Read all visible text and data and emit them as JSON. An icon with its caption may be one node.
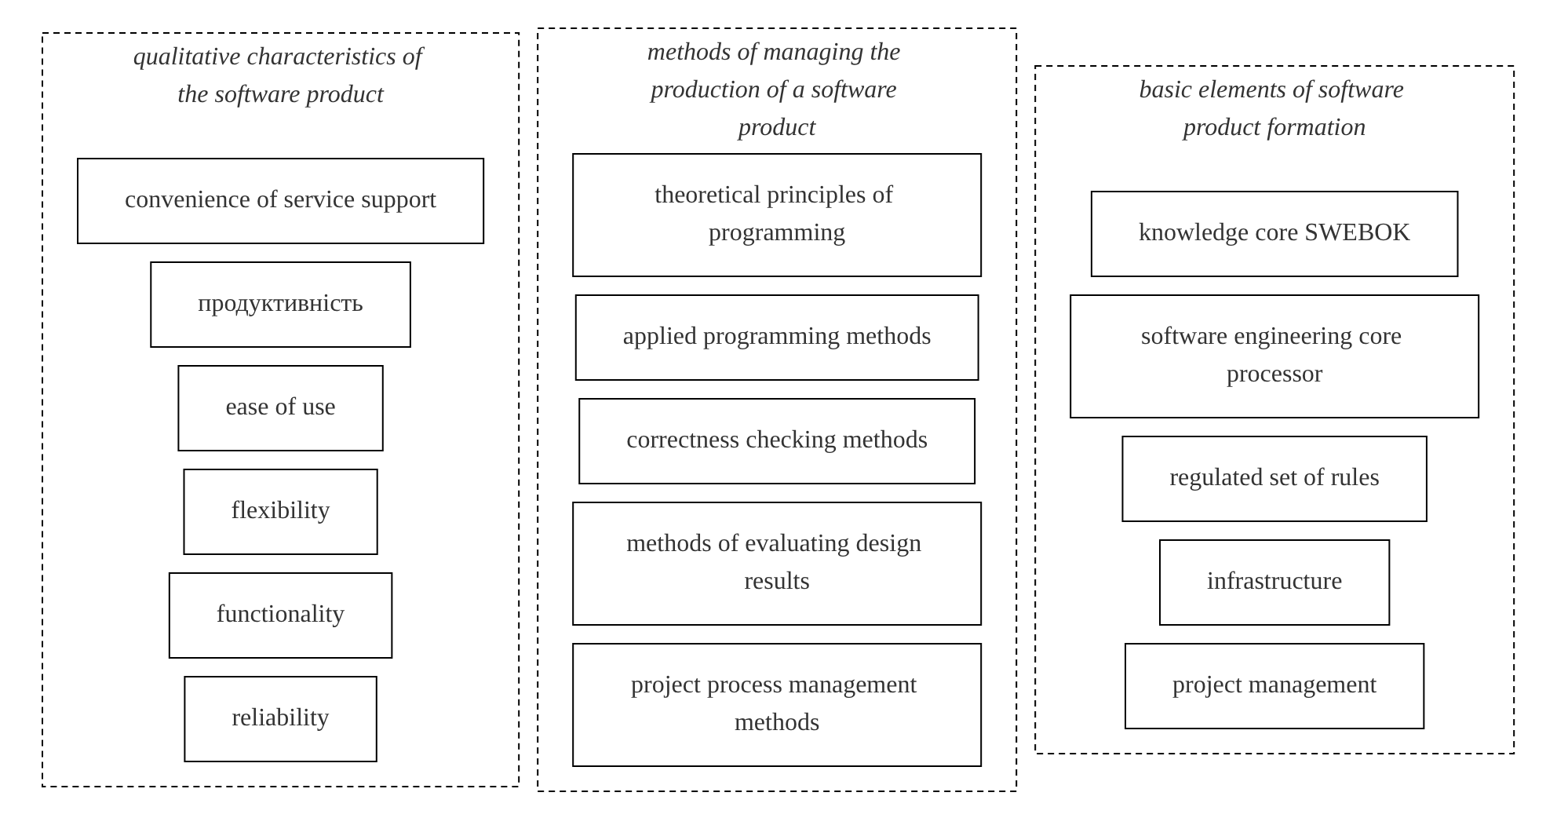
{
  "diagram": {
    "nodes": [
      {
        "text": [
          "qualitative characteristics of the software product"
        ]
      },
      {
        "text": [
          "convenience of service support"
        ],
        "in": 0
      },
      {
        "text": [
          "продуктивність"
        ],
        "in": 0
      },
      {
        "text": [
          "ease of use"
        ],
        "in": 0
      },
      {
        "text": [
          "flexibility"
        ],
        "in": 0
      },
      {
        "text": [
          "functionality"
        ],
        "in": 0
      },
      {
        "text": [
          "reliability"
        ],
        "in": 0
      },
      {
        "text": [
          "methods of managing the production of a software product"
        ]
      },
      {
        "text": [
          "theoretical principles of programming"
        ],
        "in": 7
      },
      {
        "text": [
          "applied programming methods"
        ],
        "in": 7
      },
      {
        "text": [
          "correctness checking methods"
        ],
        "in": 7
      },
      {
        "text": [
          "methods of evaluating design results"
        ],
        "in": 7
      },
      {
        "text": [
          "project process management methods"
        ],
        "in": 7
      },
      {
        "text": [
          "basic elements of software product formation"
        ]
      },
      {
        "text": [
          "knowledge core SWEBOK"
        ],
        "in": 13
      },
      {
        "text": [
          "software engineering core processor"
        ],
        "in": 13
      },
      {
        "text": [
          "regulated set of rules"
        ],
        "in": 13
      },
      {
        "text": [
          "infrastructure"
        ],
        "in": 13
      },
      {
        "text": [
          "project management"
        ],
        "in": 13
      }
    ],
    "edges": []
  }
}
